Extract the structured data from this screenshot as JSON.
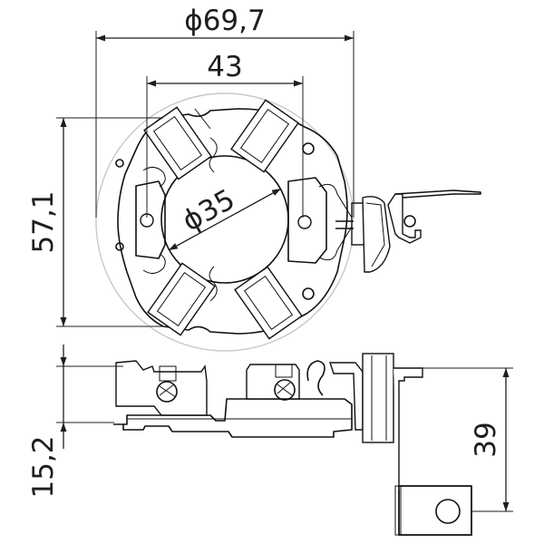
{
  "dimensions": {
    "outer_diameter": "ϕ69,7",
    "width_43": "43",
    "inner_diameter": "ϕ35",
    "height_57": "57,1",
    "height_15": "15,2",
    "height_39": "39"
  },
  "colors": {
    "line": "#111111",
    "ghost_circle": "#c8c8c8",
    "accent_wire": "#c0188c"
  }
}
